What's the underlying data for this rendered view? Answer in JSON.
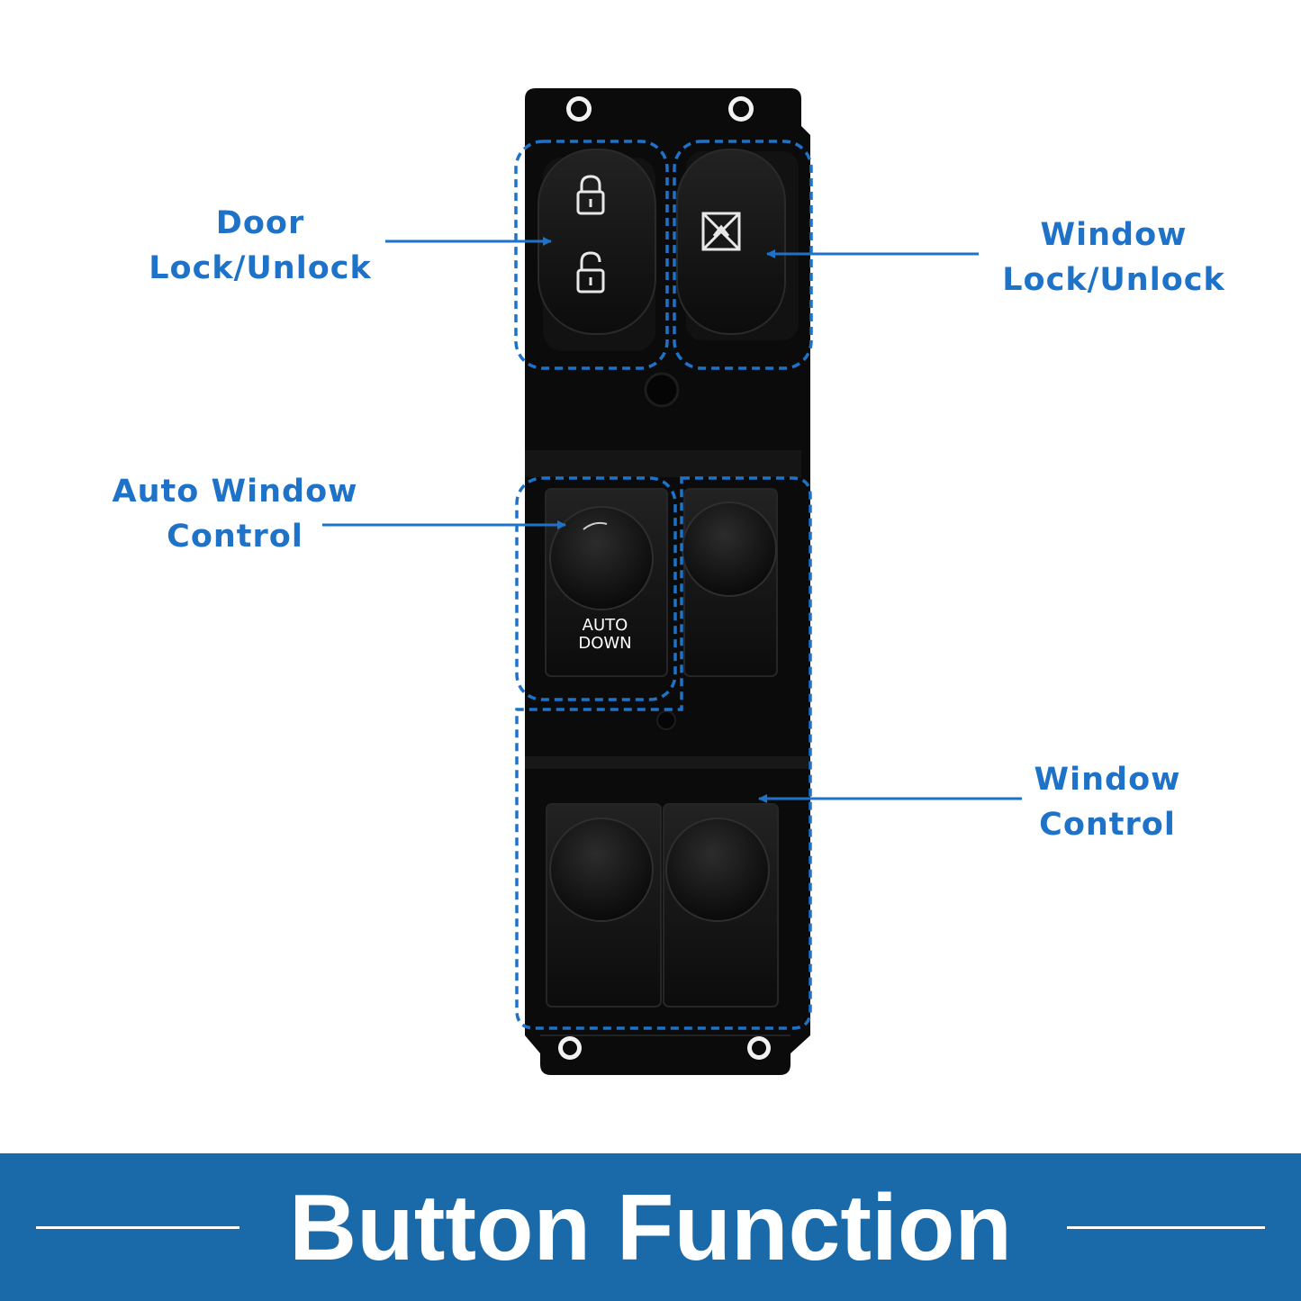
{
  "callouts": {
    "door_lock": {
      "line1": "Door",
      "line2": "Lock/Unlock"
    },
    "window_lock": {
      "line1": "Window",
      "line2": "Lock/Unlock"
    },
    "auto_window": {
      "line1": "Auto Window",
      "line2": "Control"
    },
    "window_control": {
      "line1": "Window",
      "line2": "Control"
    }
  },
  "switch_panel": {
    "auto_down_label_line1": "AUTO",
    "auto_down_label_line2": "DOWN"
  },
  "banner": {
    "title": "Button Function"
  },
  "colors": {
    "accent": "#1e73c8",
    "banner": "#1a6aa9",
    "panel": "#0b0b0b",
    "key": "#161616"
  }
}
